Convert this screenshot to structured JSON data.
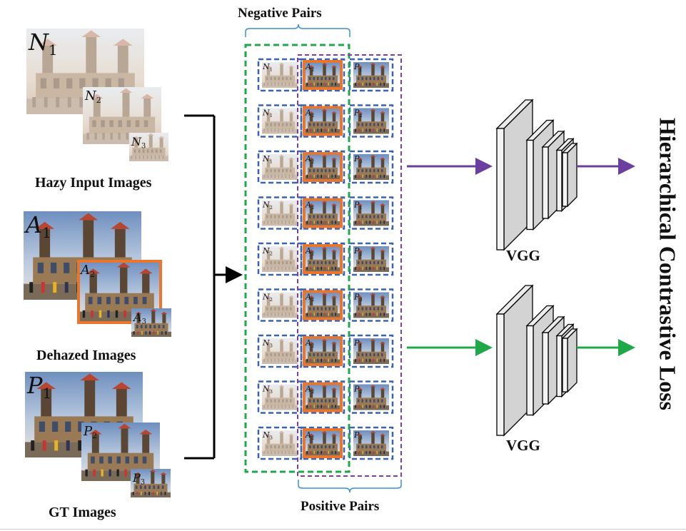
{
  "labels": {
    "negative_pairs": "Negative Pairs",
    "positive_pairs": "Positive Pairs",
    "hazy": "Hazy Input Images",
    "dehazed": "Dehazed Images",
    "gt": "GT Images",
    "vgg_top": "VGG",
    "vgg_bottom": "VGG",
    "loss": "Hierarchical Contrastive Loss"
  },
  "image_groups": [
    {
      "name": "hazy",
      "symbol": "N",
      "subscripts": [
        "1",
        "2",
        "3"
      ],
      "style": "hazy"
    },
    {
      "name": "dehazed",
      "symbol": "A",
      "subscripts": [
        "1",
        "2",
        "3"
      ],
      "style": "clear",
      "highlight_index": 1
    },
    {
      "name": "gt",
      "symbol": "P",
      "subscripts": [
        "1",
        "2",
        "3"
      ],
      "style": "clear"
    }
  ],
  "pair_rows": [
    {
      "n": "N1",
      "a": "A2",
      "p": "P1"
    },
    {
      "n": "N1",
      "a": "A2",
      "p": "P2"
    },
    {
      "n": "N1",
      "a": "A2",
      "p": "P3"
    },
    {
      "n": "N2",
      "a": "A2",
      "p": "P1"
    },
    {
      "n": "N2",
      "a": "A2",
      "p": "P2"
    },
    {
      "n": "N2",
      "a": "A2",
      "p": "P3"
    },
    {
      "n": "N3",
      "a": "A2",
      "p": "P1"
    },
    {
      "n": "N3",
      "a": "A2",
      "p": "P2"
    },
    {
      "n": "N3",
      "a": "A2",
      "p": "P3"
    }
  ],
  "colors": {
    "negative_box": "#1fa84a",
    "positive_box": "#7b3fa0",
    "cell_box": "#3b63b3",
    "highlight": "#e8762c",
    "arrow_purple": "#6b3fa0",
    "arrow_green": "#1fa84a",
    "brace_blue": "#3b8fd6",
    "vgg_fill": "#d3d3d3"
  }
}
